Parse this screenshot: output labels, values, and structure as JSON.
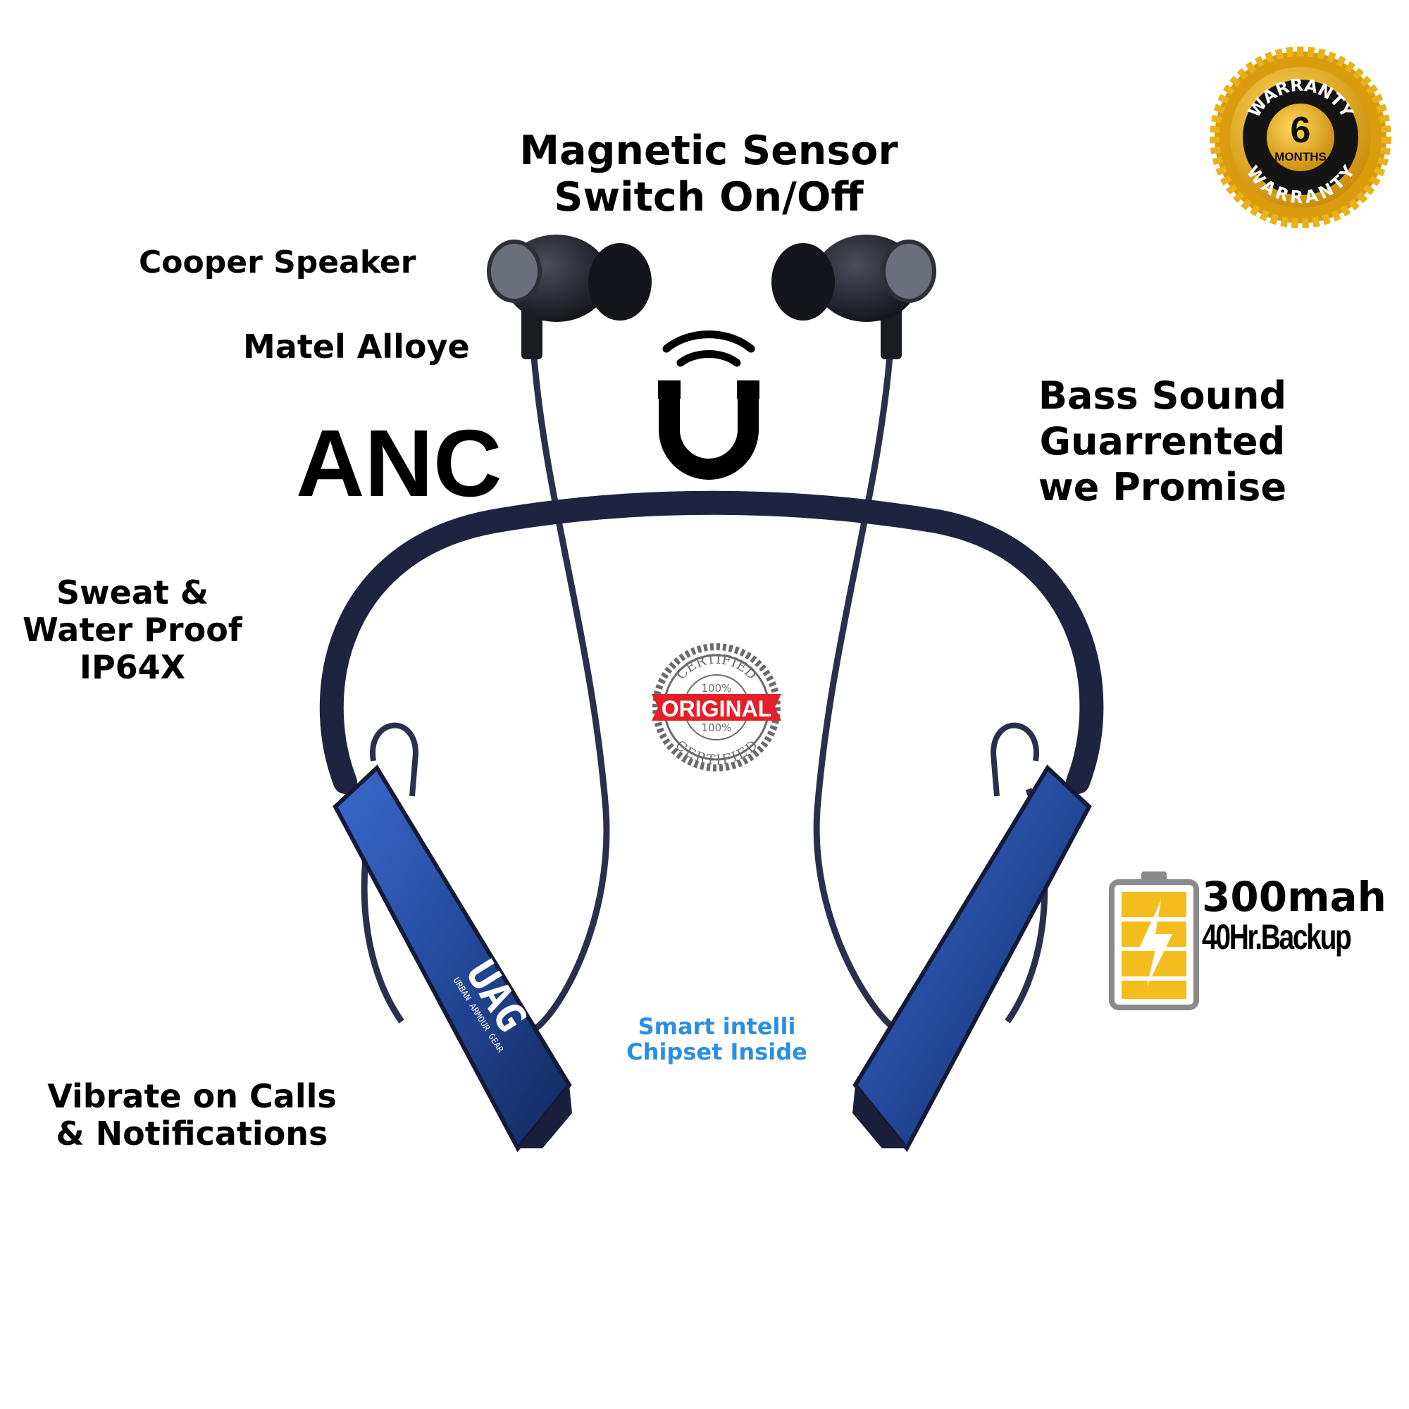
{
  "features": {
    "magnetic": [
      "Magnetic Sensor",
      "Switch On/Off"
    ],
    "cooper": "Cooper Speaker",
    "matel": "Matel Alloye",
    "anc": "ANC",
    "bass": [
      "Bass Sound",
      "Guarrented",
      "we Promise"
    ],
    "sweat": [
      "Sweat &",
      "Water Proof",
      "IP64X"
    ],
    "vibrate": [
      "Vibrate on Calls",
      "& Notifications"
    ],
    "battery_capacity": "300mah",
    "battery_backup": "40Hr.Backup",
    "chipset": [
      "Smart intelli",
      "Chipset Inside"
    ]
  },
  "badges": {
    "warranty": {
      "top": "WARRANTY",
      "number": "6",
      "unit": "MONTHS",
      "bottom": "WARRANTY"
    },
    "original": {
      "top": "CERTIFIED",
      "percent": "100%",
      "ribbon": "ORIGINAL",
      "bottom": "CERTIFIED"
    }
  },
  "brand": {
    "logo": "UAG",
    "tagline": "URBAN ARMOUR GEAR"
  },
  "colors": {
    "band": "#1e2340",
    "pod": "#2a4c9a",
    "gold": "#e8b21c",
    "red": "#e3202a",
    "blue_text": "#2b8fe0"
  },
  "icons": [
    "magnet-wireless-icon",
    "battery-charging-icon"
  ]
}
